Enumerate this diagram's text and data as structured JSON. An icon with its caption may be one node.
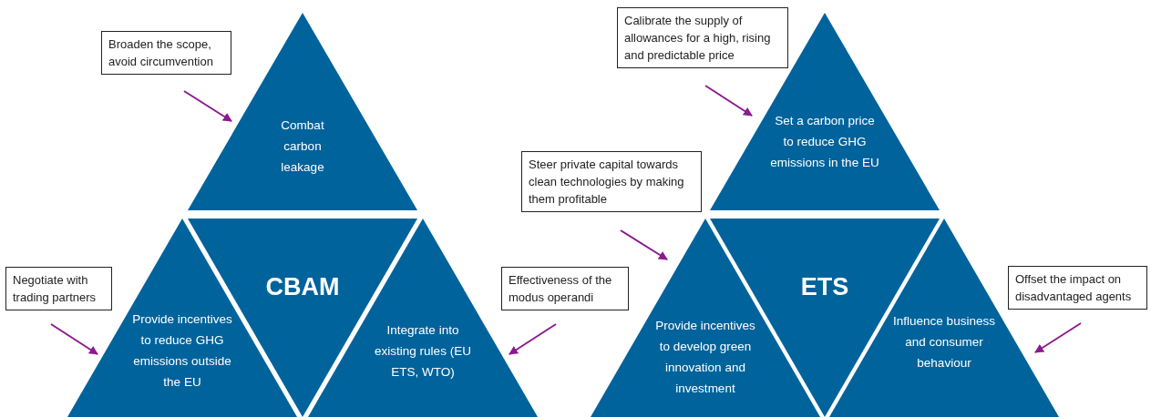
{
  "diagram": {
    "nodes": [
      {
        "text": [
          "Broaden the scope, avoid circumvention"
        ]
      },
      {
        "text": [
          "Combat carbon leakage"
        ]
      },
      {
        "text": [
          "Negotiate with trading partners"
        ]
      },
      {
        "text": [
          "Provide incentives to reduce GHG emissions outside the EU"
        ]
      },
      {
        "text": [
          "CBAM"
        ]
      },
      {
        "text": [
          "Integrate into existing rules (EU ETS, WTO)"
        ]
      },
      {
        "text": [
          "Effectiveness of the modus operandi"
        ]
      },
      {
        "text": [
          "Calibrate the supply of allowances for a high, rising and predictable price"
        ]
      },
      {
        "text": [
          "Set a carbon price to reduce GHG emissions in the EU"
        ]
      },
      {
        "text": [
          "Steer private capital towards clean technologies by making them profitable"
        ]
      },
      {
        "text": [
          "Provide incentives to develop green innovation and investment"
        ]
      },
      {
        "text": [
          "ETS"
        ]
      },
      {
        "text": [
          "Influence business and consumer behaviour"
        ]
      },
      {
        "text": [
          "Offset the impact on disadvantaged agents"
        ]
      }
    ],
    "edges": [
      {
        "from": 0,
        "to": 1,
        "arrow": "to"
      },
      {
        "from": 2,
        "to": 3,
        "arrow": "to"
      },
      {
        "from": 6,
        "to": 5,
        "arrow": "to"
      },
      {
        "from": 7,
        "to": 8,
        "arrow": "to"
      },
      {
        "from": 9,
        "to": 10,
        "arrow": "to"
      },
      {
        "from": 13,
        "to": 12,
        "arrow": "to"
      }
    ]
  }
}
